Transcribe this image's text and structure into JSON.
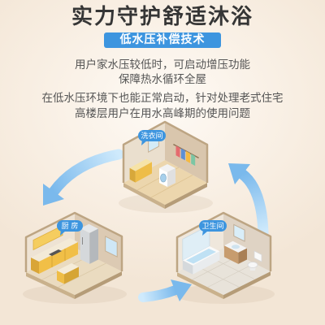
{
  "title": "实力守护舒适沐浴",
  "banner": "低水压补偿技术",
  "paragraphs": [
    [
      "用户家水压较低时，可启动增压功能",
      "保障热水循环全屋"
    ],
    [
      "在低水压环境下也能正常启动，针对处理老式住宅",
      "高楼层用户在用水高峰期的使用问题"
    ]
  ],
  "rooms": {
    "laundry": "洗衣间",
    "kitchen": "厨 房",
    "bathroom": "卫生间"
  },
  "colors": {
    "accent": "#3d95df",
    "arrow_light": "#cfeafc",
    "arrow_dark": "#7ab9ec"
  }
}
